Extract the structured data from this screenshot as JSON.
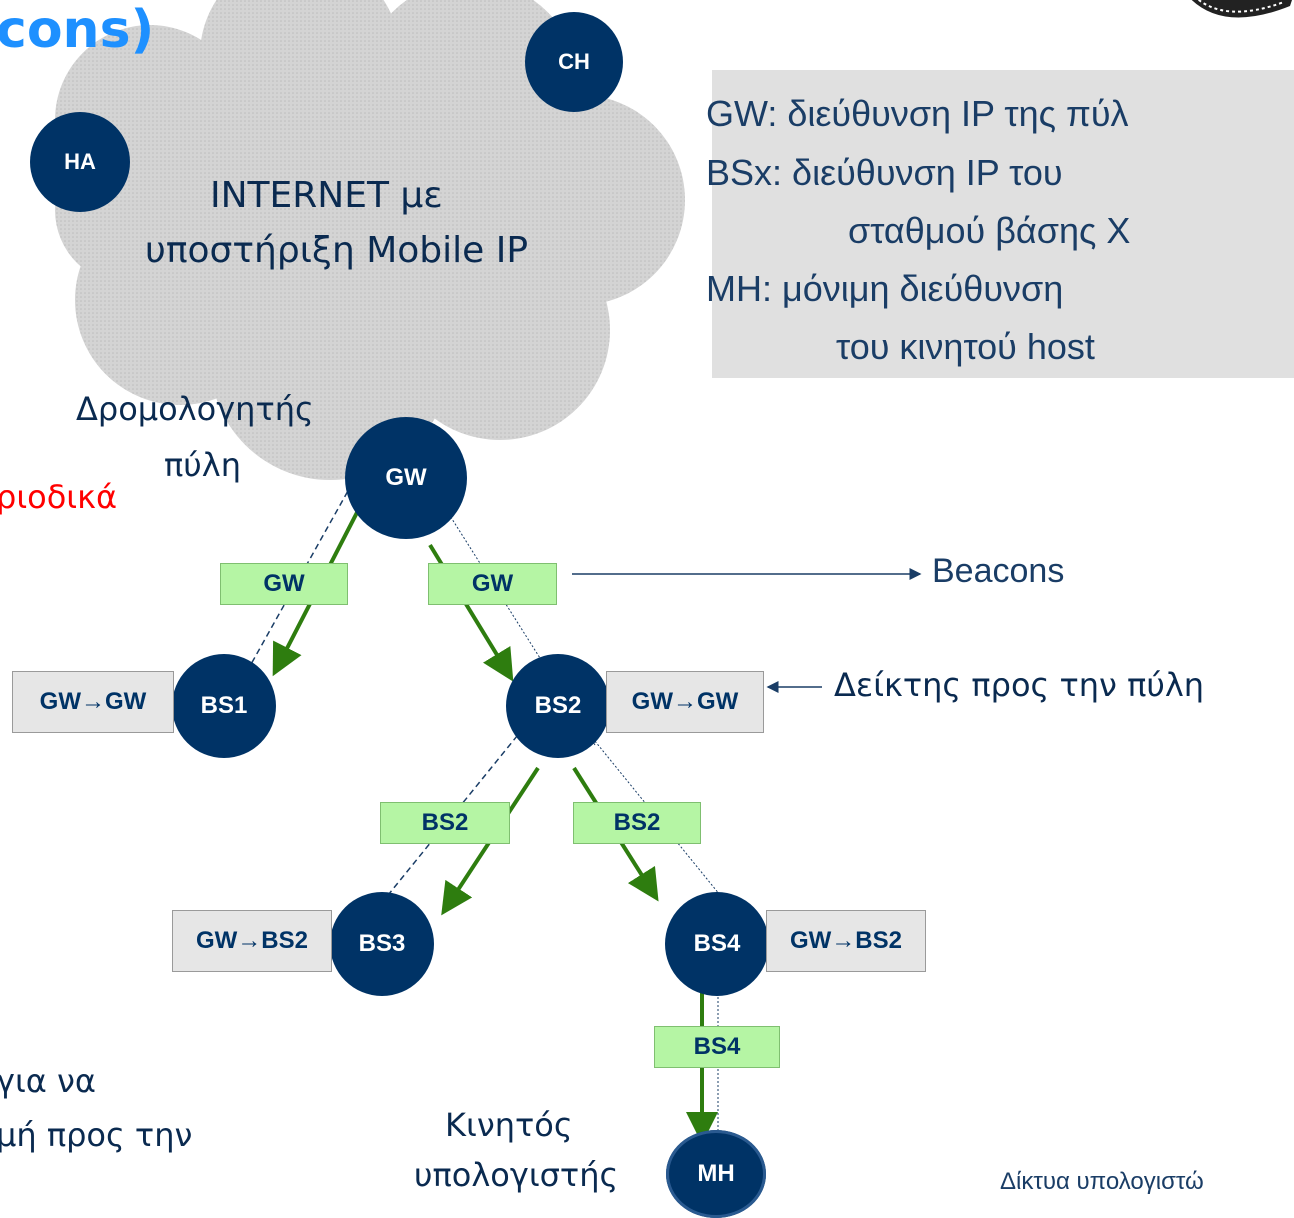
{
  "title_fragment": "cons)",
  "cloud": {
    "line1": "INTERNET με",
    "line2": "υποστήριξη Mobile IP"
  },
  "nodes": {
    "ha": "HA",
    "ch": "CH",
    "gw": "GW",
    "bs1": "BS1",
    "bs2": "BS2",
    "bs3": "BS3",
    "bs4": "BS4",
    "mh": "MH"
  },
  "legend": {
    "line1": "GW: διεύθυνση IP της πύλ",
    "line2": "BSx: διεύθυνση IP του",
    "line3": "σταθμού βάσης X",
    "line4": "MH:  μόνιμη διεύθυνση",
    "line5": "του κινητού host"
  },
  "labels": {
    "gateway_router_1": "Δρομολογητής",
    "gateway_router_2": "πύλη",
    "periodically": "ριοδικά",
    "beacons": "Beacons",
    "pointer": "Δείκτης προς την πύλη",
    "left_text_1": "για να",
    "left_text_2": "μή προς την",
    "mobile_1": "Κινητός",
    "mobile_2": "υπολογιστής",
    "footer": "Δίκτυα υπολογιστώ"
  },
  "beacons": {
    "gw_left": "GW",
    "gw_right": "GW",
    "bs2_left": "BS2",
    "bs2_right": "BS2",
    "bs4": "BS4"
  },
  "pointers": {
    "bs1": "GW→GW",
    "bs2": "GW→GW",
    "bs3": "GW→BS2",
    "bs4": "GW→BS2"
  },
  "colors": {
    "node": "#003366",
    "beacon_fill": "#b5f5a4",
    "arrow": "#2e7d0f",
    "highlight": "#ff0000",
    "title": "#1e90ff"
  }
}
